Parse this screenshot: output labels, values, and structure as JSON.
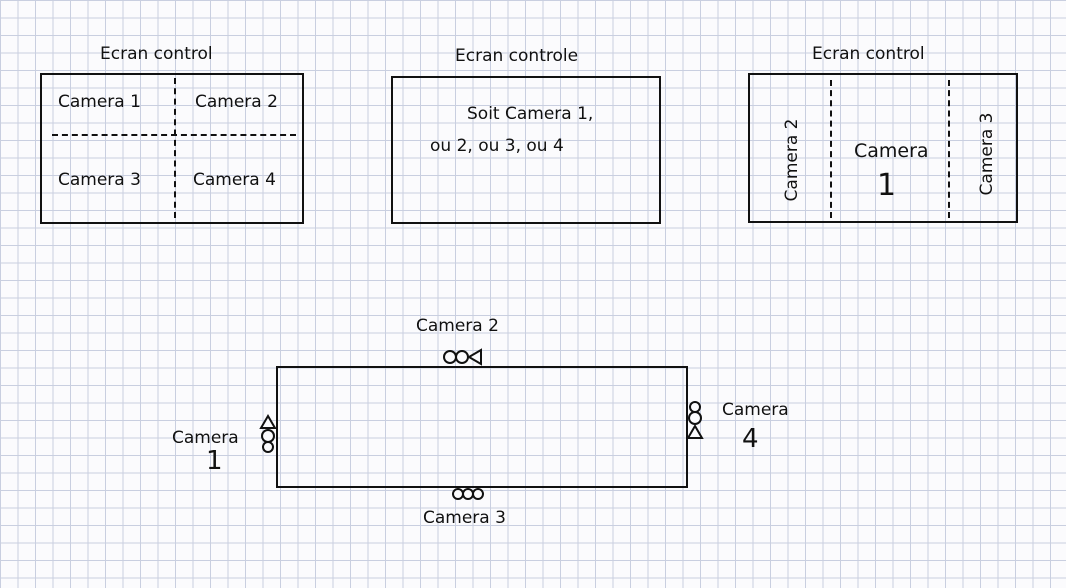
{
  "screens": {
    "quad": {
      "title": "Ecran control",
      "cells": [
        "Camera 1",
        "Camera 2",
        "Camera 3",
        "Camera 4"
      ]
    },
    "single": {
      "title": "Ecran controle",
      "line1": "Soit Camera 1,",
      "line2": "ou 2, ou 3, ou 4"
    },
    "triple": {
      "title": "Ecran control",
      "left": "Camera 2",
      "center_word": "Camera",
      "center_number": "1",
      "right": "Camera 3"
    }
  },
  "room": {
    "camera_top": "Camera 2",
    "camera_bottom": "Camera 3",
    "camera_left_word": "Camera",
    "camera_left_number": "1",
    "camera_right_word": "Camera",
    "camera_right_number": "4"
  }
}
